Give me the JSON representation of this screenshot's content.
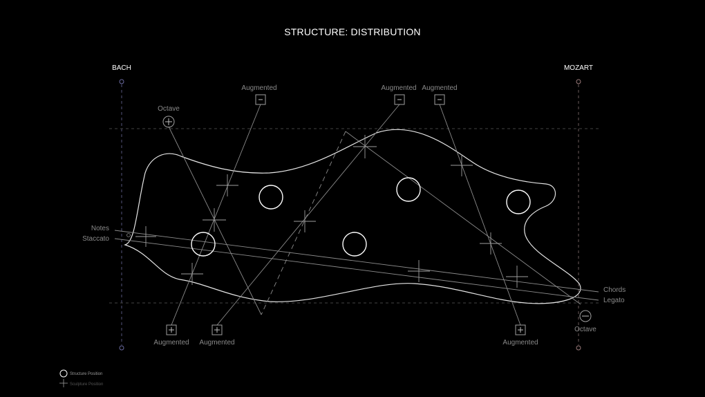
{
  "title": "STRUCTURE: DISTRIBUTION",
  "axes": {
    "left": "BACH",
    "right": "MOZART"
  },
  "line_labels": {
    "notes": "Notes",
    "staccato": "Staccato",
    "chords": "Chords",
    "legato": "Legato"
  },
  "marker_labels": {
    "augmented_top_1": "Augmented",
    "augmented_top_2": "Augmented",
    "augmented_top_3": "Augmented",
    "octave_top": "Octave",
    "augmented_bottom_1": "Augmented",
    "augmented_bottom_2": "Augmented",
    "augmented_bottom_3": "Augmented",
    "octave_bottom": "Octave"
  },
  "legend": {
    "structure": "Structure Position",
    "sculpture": "Sculpture Position"
  },
  "colors": {
    "background": "#000000",
    "shape": "#e6e6e6",
    "lines": "#8c8c8c",
    "axis": "#6a6aa0"
  }
}
